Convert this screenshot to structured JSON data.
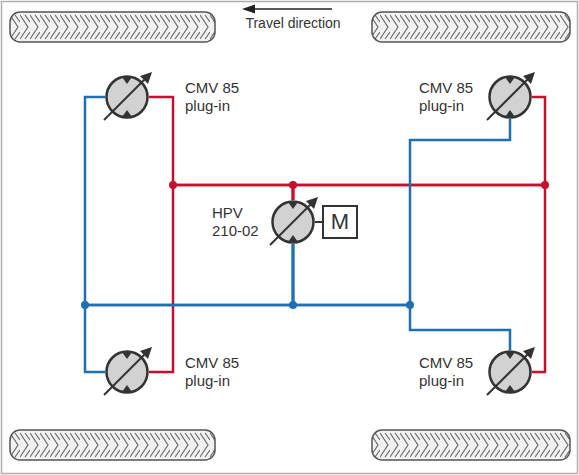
{
  "diagram": {
    "nodes": [
      {
        "text": [
          "CMV 85 plug-in"
        ]
      },
      {
        "text": [
          "CMV 85 plug-in"
        ]
      },
      {
        "text": [
          "HPV 210-02"
        ]
      },
      {
        "text": [
          "M"
        ]
      },
      {
        "text": [
          "CMV 85 plug-in"
        ]
      },
      {
        "text": [
          "CMV 85 plug-in"
        ]
      }
    ],
    "edges": [
      {
        "from": 2,
        "to": 0,
        "arrow": "none"
      },
      {
        "from": 2,
        "to": 1,
        "arrow": "none"
      },
      {
        "from": 2,
        "to": 4,
        "arrow": "none"
      },
      {
        "from": 2,
        "to": 5,
        "arrow": "none"
      },
      {
        "from": 2,
        "to": 0,
        "arrow": "none"
      },
      {
        "from": 2,
        "to": 1,
        "arrow": "none"
      },
      {
        "from": 2,
        "to": 4,
        "arrow": "none"
      },
      {
        "from": 2,
        "to": 5,
        "arrow": "none"
      },
      {
        "from": 2,
        "to": 3,
        "arrow": "none"
      }
    ],
    "labels": [
      "Travel direction"
    ]
  }
}
